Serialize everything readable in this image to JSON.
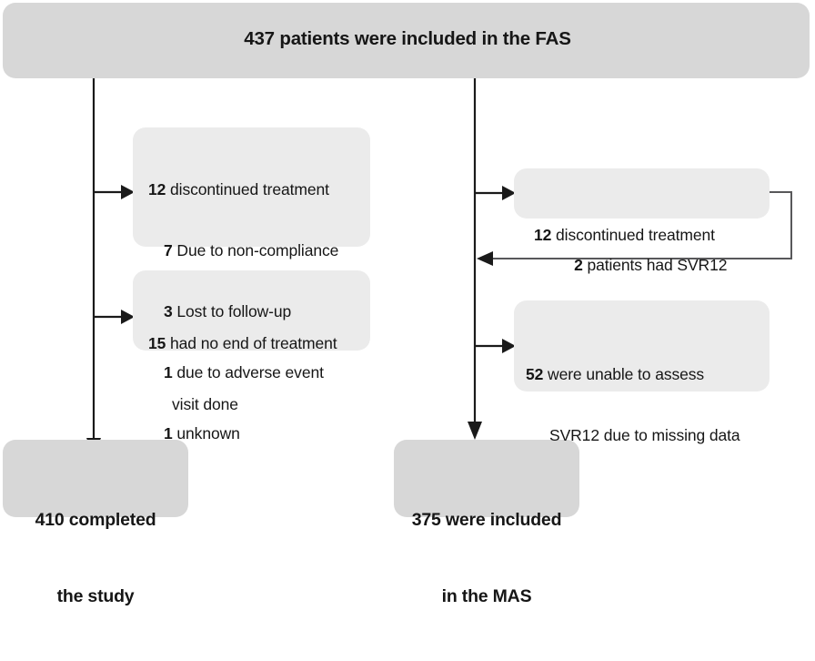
{
  "diagram": {
    "type": "patient-flow-diagram",
    "title_box": {
      "label": "437 patients were included in the FAS",
      "count": 437,
      "fill": "#d7d7d7"
    },
    "left_branch": {
      "nodes": [
        {
          "name": "discontinued-treatment-left",
          "lines": [
            {
              "count": "12",
              "text": " discontinued treatment",
              "indent": 0
            },
            {
              "count": "7",
              "text": " Due to non-compliance",
              "indent": 1
            },
            {
              "count": "3",
              "text": " Lost to follow-up",
              "indent": 1
            },
            {
              "count": "1",
              "text": " due to adverse event",
              "indent": 1
            },
            {
              "count": "1",
              "text": " unknown",
              "indent": 1
            }
          ]
        },
        {
          "name": "no-end-of-treatment-visit",
          "lines": [
            {
              "count": "15",
              "text": " had no end of treatment",
              "indent": 0
            },
            {
              "count": "",
              "text": "visit done",
              "indent": 1
            }
          ]
        }
      ],
      "terminal": {
        "name": "completed-the-study",
        "line1": "410 completed",
        "line2": "the study",
        "count": 410,
        "fill": "#d7d7d7"
      }
    },
    "right_branch": {
      "nodes": [
        {
          "name": "discontinued-treatment-right",
          "lines": [
            {
              "count": "12",
              "text": " discontinued treatment",
              "indent": 0
            }
          ]
        },
        {
          "name": "unable-to-assess-svr12",
          "lines": [
            {
              "count": "52",
              "text": " were unable to assess",
              "indent": 0
            },
            {
              "count": "",
              "text": "SVR12 due to missing data",
              "indent": 1
            }
          ]
        }
      ],
      "loop_label": {
        "name": "patients-had-svr12",
        "count": "2",
        "text": " patients had SVR12"
      },
      "terminal": {
        "name": "included-in-the-mas",
        "line1": "375 were included",
        "line2": "in the MAS",
        "count": 375,
        "fill": "#d7d7d7"
      }
    },
    "colors": {
      "header_fill": "#d7d7d7",
      "node_fill": "#ebebeb",
      "terminal_fill": "#d7d7d7",
      "line_gray": "#58585a",
      "line_dark": "#1a1a1a",
      "text": "#161616",
      "background": "#ffffff"
    }
  }
}
